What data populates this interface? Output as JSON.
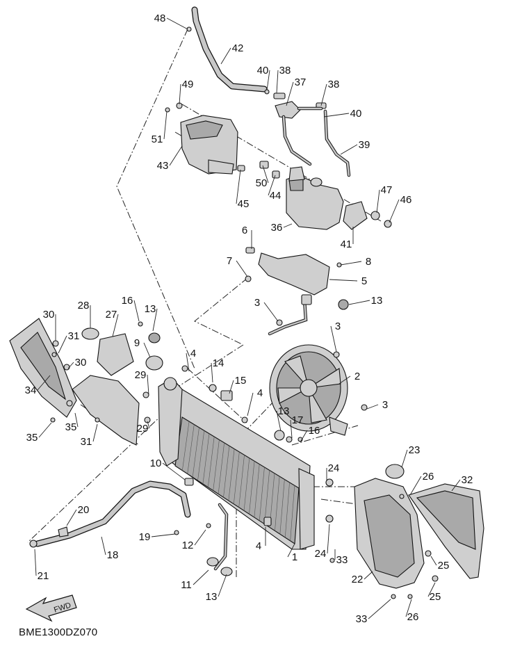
{
  "diagram_code": "BME1300DZ070",
  "fwd_label": "FWD",
  "callouts": [
    {
      "n": "48"
    },
    {
      "n": "42"
    },
    {
      "n": "40"
    },
    {
      "n": "38"
    },
    {
      "n": "37"
    },
    {
      "n": "38"
    },
    {
      "n": "49"
    },
    {
      "n": "40"
    },
    {
      "n": "51"
    },
    {
      "n": "39"
    },
    {
      "n": "43"
    },
    {
      "n": "50"
    },
    {
      "n": "44"
    },
    {
      "n": "45"
    },
    {
      "n": "47"
    },
    {
      "n": "46"
    },
    {
      "n": "36"
    },
    {
      "n": "41"
    },
    {
      "n": "6"
    },
    {
      "n": "7"
    },
    {
      "n": "8"
    },
    {
      "n": "5"
    },
    {
      "n": "3"
    },
    {
      "n": "13"
    },
    {
      "n": "30"
    },
    {
      "n": "28"
    },
    {
      "n": "27"
    },
    {
      "n": "16"
    },
    {
      "n": "13"
    },
    {
      "n": "3"
    },
    {
      "n": "31"
    },
    {
      "n": "9"
    },
    {
      "n": "4"
    },
    {
      "n": "14"
    },
    {
      "n": "2"
    },
    {
      "n": "30"
    },
    {
      "n": "29"
    },
    {
      "n": "15"
    },
    {
      "n": "34"
    },
    {
      "n": "4"
    },
    {
      "n": "3"
    },
    {
      "n": "35"
    },
    {
      "n": "29"
    },
    {
      "n": "13"
    },
    {
      "n": "17"
    },
    {
      "n": "35"
    },
    {
      "n": "31"
    },
    {
      "n": "16"
    },
    {
      "n": "23"
    },
    {
      "n": "10"
    },
    {
      "n": "24"
    },
    {
      "n": "26"
    },
    {
      "n": "32"
    },
    {
      "n": "20"
    },
    {
      "n": "19"
    },
    {
      "n": "12"
    },
    {
      "n": "4"
    },
    {
      "n": "24"
    },
    {
      "n": "33"
    },
    {
      "n": "18"
    },
    {
      "n": "1"
    },
    {
      "n": "25"
    },
    {
      "n": "21"
    },
    {
      "n": "11"
    },
    {
      "n": "22"
    },
    {
      "n": "25"
    },
    {
      "n": "13"
    },
    {
      "n": "33"
    },
    {
      "n": "26"
    }
  ]
}
